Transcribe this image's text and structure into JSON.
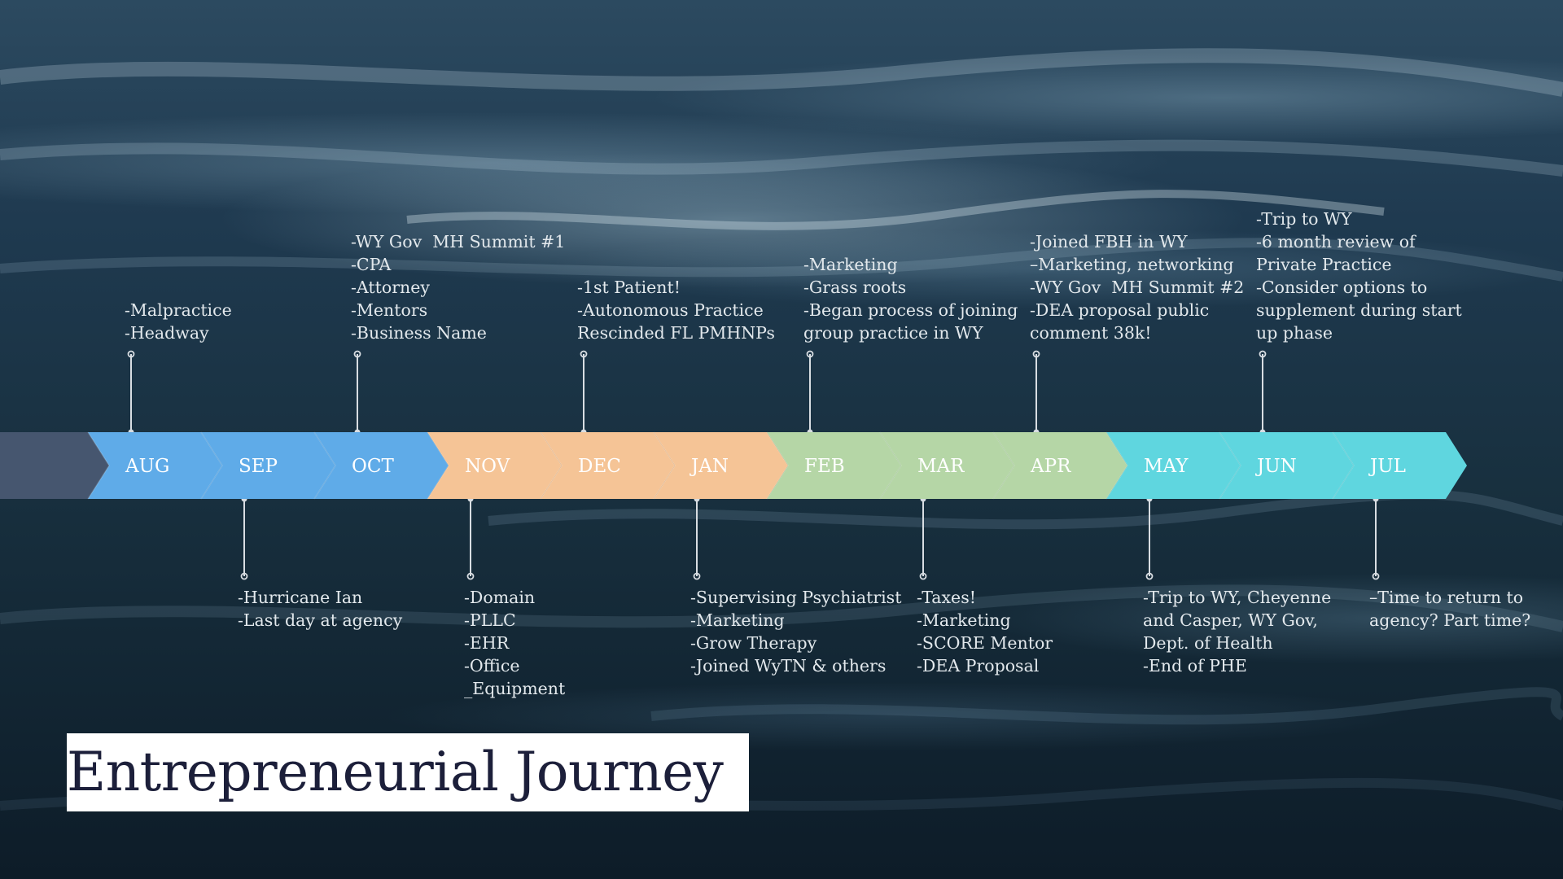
{
  "title": "Entrepreneurial Journey",
  "colors": {
    "lead": "#46566f",
    "blue": "#5fabe8",
    "orange": "#f5c496",
    "green": "#b5d6a6",
    "teal": "#5fd6df",
    "connector": "#d8dde2",
    "note_text": "#e2e8ec",
    "title_text": "#1c1f3a"
  },
  "months": [
    {
      "label": "AUG",
      "color": "blue",
      "note_side": "top",
      "note": [
        "-Malpractice",
        "-Headway"
      ]
    },
    {
      "label": "SEP",
      "color": "blue",
      "note_side": "bottom",
      "note": [
        "-Hurricane Ian",
        "-Last day at agency"
      ]
    },
    {
      "label": "OCT",
      "color": "blue",
      "note_side": "top",
      "note": [
        "-WY Gov  MH Summit #1",
        "-CPA",
        "-Attorney",
        "-Mentors",
        "-Business Name"
      ]
    },
    {
      "label": "NOV",
      "color": "orange",
      "note_side": "bottom",
      "note": [
        "-Domain",
        "-PLLC",
        "-EHR",
        "-Office",
        "_Equipment"
      ]
    },
    {
      "label": "DEC",
      "color": "orange",
      "note_side": "top",
      "note": [
        "-1st Patient!",
        "-Autonomous Practice",
        "Rescinded FL PMHNPs"
      ]
    },
    {
      "label": "JAN",
      "color": "orange",
      "note_side": "bottom",
      "note": [
        "-Supervising Psychiatrist",
        "-Marketing",
        "-Grow Therapy",
        "-Joined WyTN & others"
      ]
    },
    {
      "label": "FEB",
      "color": "green",
      "note_side": "top",
      "note": [
        "-Marketing",
        "-Grass roots",
        "-Began process of joining",
        "group practice in WY"
      ]
    },
    {
      "label": "MAR",
      "color": "green",
      "note_side": "bottom",
      "note": [
        "-Taxes!",
        "-Marketing",
        "-SCORE Mentor",
        "-DEA Proposal"
      ]
    },
    {
      "label": "APR",
      "color": "green",
      "note_side": "top",
      "note": [
        "-Joined FBH in WY",
        "–Marketing, networking",
        "-WY Gov  MH Summit #2",
        "-DEA proposal public",
        "comment 38k!"
      ]
    },
    {
      "label": "MAY",
      "color": "teal",
      "note_side": "bottom",
      "note": [
        "-Trip to WY, Cheyenne",
        "and Casper, WY Gov,",
        "Dept. of Health",
        "-End of PHE"
      ]
    },
    {
      "label": "JUN",
      "color": "teal",
      "note_side": "top",
      "note": [
        "-Trip to WY",
        "-6 month review of",
        "Private Practice",
        "-Consider options to",
        "supplement during start",
        "up phase"
      ]
    },
    {
      "label": "JUL",
      "color": "teal",
      "note_side": "bottom",
      "note": [
        "–Time to return to",
        "agency? Part time?"
      ]
    }
  ]
}
